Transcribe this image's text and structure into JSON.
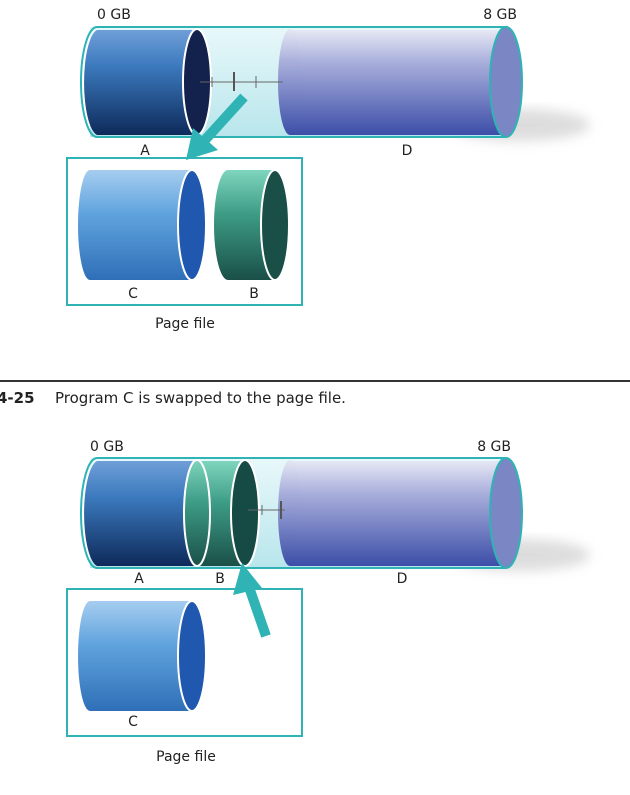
{
  "figure_top": {
    "scale_start": "0 GB",
    "scale_end": "8 GB",
    "memory_labels": [
      "A",
      "D"
    ],
    "page_file_labels": [
      "C",
      "B"
    ],
    "page_file_caption": "Page file"
  },
  "caption": {
    "number": "4-25",
    "text": "Program C is swapped to the page file."
  },
  "figure_bottom": {
    "scale_start": "0 GB",
    "scale_end": "8 GB",
    "memory_labels": [
      "A",
      "B",
      "D"
    ],
    "page_file_labels": [
      "C"
    ],
    "page_file_caption": "Page file"
  },
  "colors": {
    "accent": "#2fb3b5",
    "program_a": "#2a5fa6",
    "program_b": "#3a9c86",
    "program_c": "#4b93d6",
    "program_d": "#6f78c4"
  }
}
